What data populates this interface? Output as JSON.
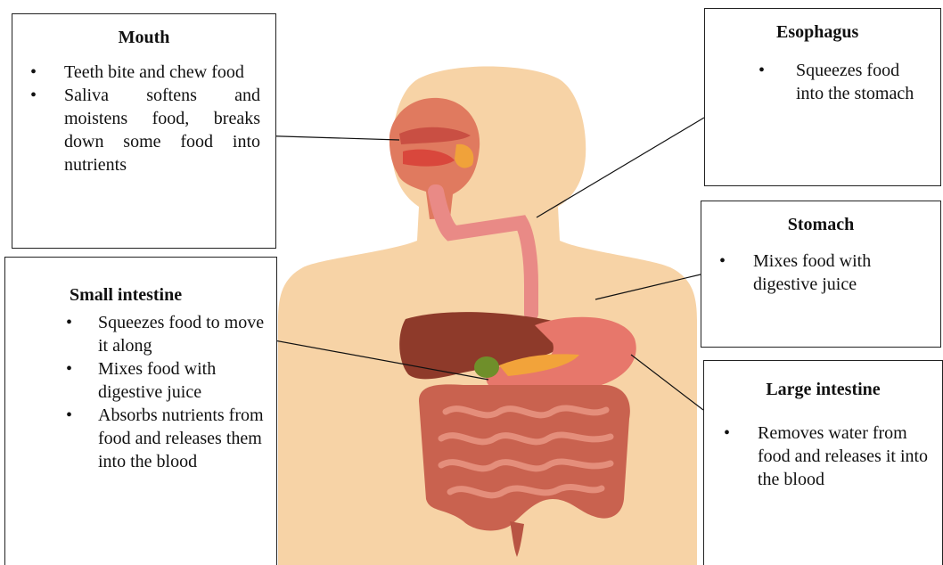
{
  "colors": {
    "skin": "#f7d3a6",
    "face": "#e07a5f",
    "esophagus": "#e98a86",
    "liver": "#8e3a2a",
    "stomach": "#e7776b",
    "intestine": "#c9624f",
    "box_border": "#222222"
  },
  "boxes": {
    "mouth": {
      "title": "Mouth",
      "items": [
        "Teeth bite and chew food",
        "Saliva softens and moistens food, breaks down some food into nutrients"
      ]
    },
    "esophagus": {
      "title": "Esophagus",
      "items": [
        "Squeezes food into the stomach"
      ]
    },
    "stomach": {
      "title": "Stomach",
      "items": [
        "Mixes food with digestive juice"
      ]
    },
    "small_intestine": {
      "title": "Small intestine",
      "items": [
        "Squeezes food to move it along",
        "Mixes food with digestive juice",
        "Absorbs nutrients from food and releases them into the blood"
      ]
    },
    "large_intestine": {
      "title": "Large intestine",
      "items": [
        "Removes water from food and releases it into the blood"
      ]
    }
  }
}
